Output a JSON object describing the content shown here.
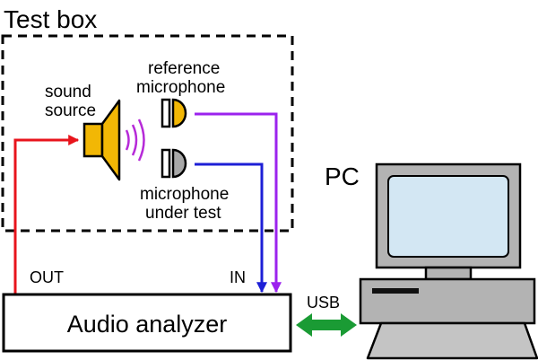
{
  "box": {
    "title": "Test box"
  },
  "labels": {
    "sound_source_line1": "sound",
    "sound_source_line2": "source",
    "reference_line1": "reference",
    "reference_line2": "microphone",
    "dut_line1": "microphone",
    "dut_line2": "under test",
    "out": "OUT",
    "in": "IN",
    "usb": "USB",
    "pc": "PC",
    "analyzer": "Audio analyzer"
  },
  "colors": {
    "output_signal": "#e8141c",
    "reference_signal": "#9b22ee",
    "dut_signal": "#1d1fd6",
    "usb_link": "#1a9b34",
    "speaker": "#f2b705",
    "reference_mic": "#f2b705",
    "dut_mic": "#a8a8a8",
    "sound_waves": "#b62ad8",
    "pc_body": "#b3b3b3",
    "pc_screen": "#d3e7f3"
  },
  "icons": {
    "speaker": "speaker-icon",
    "reference_mic": "microphone-icon",
    "dut_mic": "microphone-icon",
    "pc": "computer-icon"
  }
}
